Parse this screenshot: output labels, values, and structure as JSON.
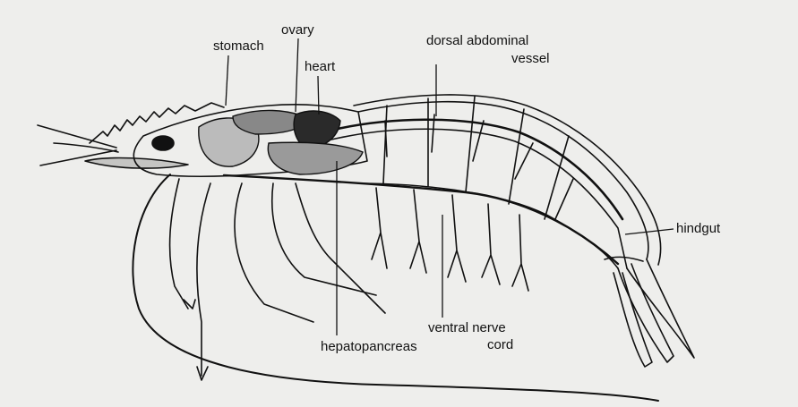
{
  "labels": {
    "stomach": "stomach",
    "ovary": "ovary",
    "heart": "heart",
    "dorsal_abdominal_vessel_1": "dorsal abdominal",
    "dorsal_abdominal_vessel_2": "vessel",
    "hindgut": "hindgut",
    "ventral_nerve_cord_1": "ventral nerve",
    "ventral_nerve_cord_2": "cord",
    "hepatopancreas": "hepatopancreas"
  },
  "colors": {
    "background": "#eeeeec",
    "ink": "#111111",
    "organ_fill": "#2a2a2a"
  }
}
